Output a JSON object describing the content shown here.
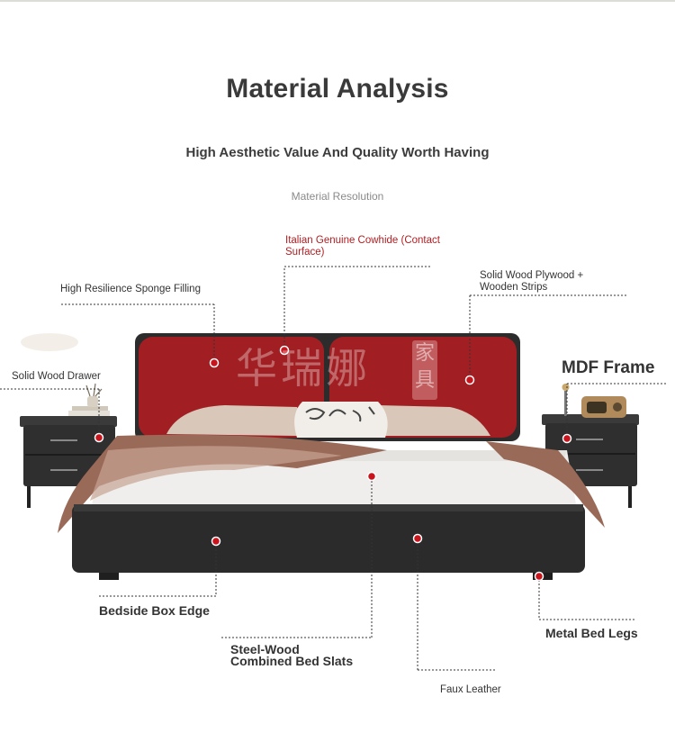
{
  "header": {
    "title": "Material Analysis",
    "subtitle": "High Aesthetic Value And Quality Worth Having",
    "section": "Material Resolution"
  },
  "labels": {
    "cowhide": "Italian Genuine Cowhide (Contact Surface)",
    "sponge": "High Resilience Sponge Filling",
    "plywood_line1": "Solid Wood Plywood +",
    "plywood_line2": "Wooden Strips",
    "drawer": "Solid Wood Drawer",
    "mdf": "MDF Frame",
    "box_edge": "Bedside Box Edge",
    "slats_line1": "Steel-Wood",
    "slats_line2": "Combined Bed Slats",
    "legs": "Metal Bed Legs",
    "faux": "Faux Leather"
  },
  "watermark": {
    "text": "华瑞娜",
    "badge": "家具"
  },
  "colors": {
    "accent_red": "#b01e22",
    "headboard": "#9e1f22",
    "bed_base": "#2b2b2b",
    "mattress": "#efeeec",
    "throw": "#9a6a58"
  }
}
